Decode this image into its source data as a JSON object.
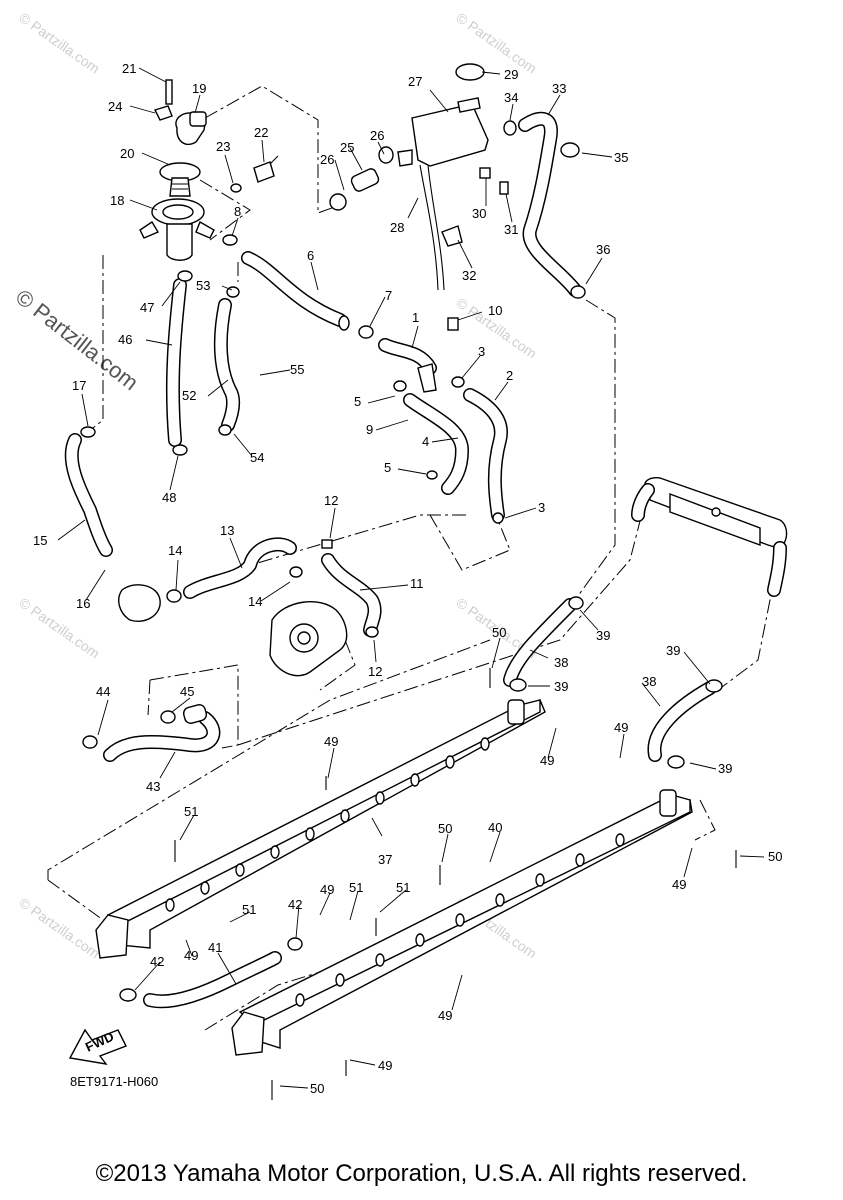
{
  "watermark": "© Partzilla.com",
  "diagram_code": "8ET9171-H060",
  "copyright": "©2013 Yamaha Motor Corporation, U.S.A. All rights reserved.",
  "fwd_label": "FWD",
  "part_labels": {
    "p1": "1",
    "p2": "2",
    "p3a": "3",
    "p3b": "3",
    "p4": "4",
    "p5a": "5",
    "p5b": "5",
    "p6": "6",
    "p7": "7",
    "p8": "8",
    "p9": "9",
    "p10": "10",
    "p11": "11",
    "p12a": "12",
    "p12b": "12",
    "p13": "13",
    "p14a": "14",
    "p14b": "14",
    "p15": "15",
    "p16": "16",
    "p17": "17",
    "p18": "18",
    "p19": "19",
    "p20": "20",
    "p21": "21",
    "p22": "22",
    "p23": "23",
    "p24": "24",
    "p25": "25",
    "p26a": "26",
    "p26b": "26",
    "p27": "27",
    "p28": "28",
    "p29": "29",
    "p30": "30",
    "p31": "31",
    "p32": "32",
    "p33": "33",
    "p34": "34",
    "p35": "35",
    "p36": "36",
    "p37": "37",
    "p38a": "38",
    "p38b": "38",
    "p39a": "39",
    "p39b": "39",
    "p39c": "39",
    "p39d": "39",
    "p40": "40",
    "p41": "41",
    "p42a": "42",
    "p42b": "42",
    "p43": "43",
    "p44": "44",
    "p45": "45",
    "p46": "46",
    "p47": "47",
    "p48": "48",
    "p49a": "49",
    "p49b": "49",
    "p49c": "49",
    "p49d": "49",
    "p49e": "49",
    "p49f": "49",
    "p49g": "49",
    "p49h": "49",
    "p50a": "50",
    "p50b": "50",
    "p50c": "50",
    "p50d": "50",
    "p51a": "51",
    "p51b": "51",
    "p51c": "51",
    "p51d": "51",
    "p52": "52",
    "p53": "53",
    "p54": "54",
    "p55": "55"
  }
}
